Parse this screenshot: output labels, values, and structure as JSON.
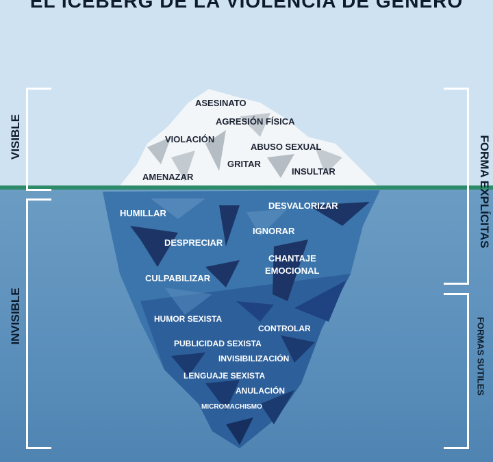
{
  "title": "EL ICEBERG DE LA VIOLENCIA DE GÉNERO",
  "sides": {
    "visible": "VISIBLE",
    "invisible": "INVISIBLE",
    "explicit": "FORMA EXPLÍCITAS",
    "subtle": "FORMAS SUTILES"
  },
  "above_water": {
    "asesinato": "ASESINATO",
    "agresion": "AGRESIÓN FÍSICA",
    "violacion": "VIOLACIÓN",
    "abuso": "ABUSO SEXUAL",
    "gritar": "GRITAR",
    "amenazar": "AMENAZAR",
    "insultar": "INSULTAR"
  },
  "below_water": {
    "humillar": "HUMILLAR",
    "desvalorizar": "DESVALORIZAR",
    "ignorar": "IGNORAR",
    "despreciar": "DESPRECIAR",
    "chantaje_1": "CHANTAJE",
    "chantaje_2": "EMOCIONAL",
    "culpabilizar": "CULPABILIZAR",
    "humor": "HUMOR SEXISTA",
    "controlar": "CONTROLAR",
    "publicidad": "PUBLICIDAD SEXISTA",
    "invisibilizacion": "INVISIBILIZACIÓN",
    "lenguaje": "LENGUAJE SEXISTA",
    "anulacion": "ANULACIÓN",
    "micromachismo": "MICROMACHISMO"
  },
  "colors": {
    "sky": "#cfe2f1",
    "sea": "#5b8fbb",
    "waterline": "#2e8b6a",
    "ice": "#f4f7f8",
    "berg_light": "#3f78ad",
    "berg_dark": "#1f3f78"
  }
}
